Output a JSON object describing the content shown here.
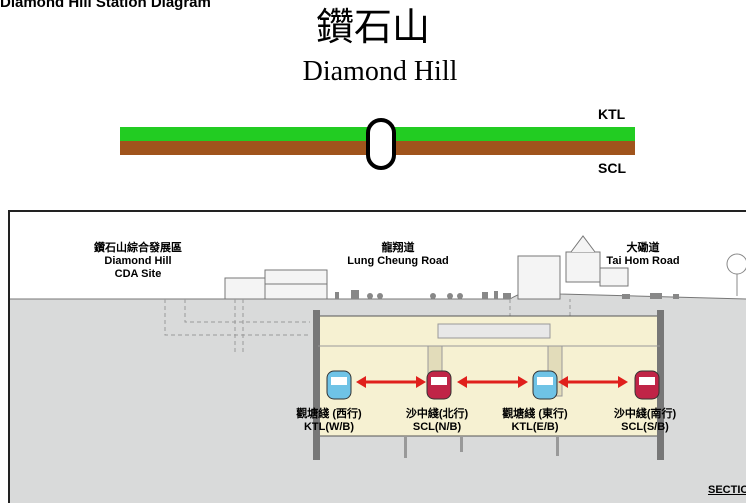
{
  "header": {
    "cut_title": "Diamond Hill Station Diagram",
    "station_name_cn": "鑽石山",
    "station_name_en": "Diamond Hill"
  },
  "line_strip": {
    "lines": [
      {
        "code": "KTL",
        "color": "#22cc22"
      },
      {
        "code": "SCL",
        "color": "#a0541c"
      }
    ]
  },
  "section": {
    "roads": [
      {
        "cn": "鑽石山綜合發展區",
        "en_line1": "Diamond Hill",
        "en_line2": "CDA Site"
      },
      {
        "cn": "龍翔道",
        "en_line1": "Lung Cheung Road"
      },
      {
        "cn": "大磡道",
        "en_line1": "Tai Hom Road"
      }
    ],
    "platforms": [
      {
        "cn": "觀塘綫 (西行)",
        "en": "KTL(W/B)",
        "train": "KTL"
      },
      {
        "cn": "沙中綫(北行)",
        "en": "SCL(N/B)",
        "train": "SCL"
      },
      {
        "cn": "觀塘綫 (東行)",
        "en": "KTL(E/B)",
        "train": "KTL"
      },
      {
        "cn": "沙中綫(南行)",
        "en": "SCL(S/B)",
        "train": "SCL"
      }
    ],
    "label": "SECTION",
    "colors": {
      "ground": "#d9dada",
      "box_fill": "#f6f1d2",
      "arrow": "#e0201c",
      "ktl_train": "#6fc3e6",
      "scl_train": "#c02447"
    }
  }
}
